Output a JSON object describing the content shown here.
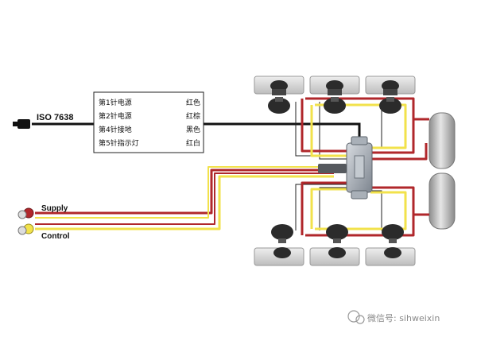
{
  "iso_label": "ISO 7638",
  "supply_label": "Supply",
  "control_label": "Control",
  "pin_table": [
    {
      "pin": "第1针电源",
      "color": "红色"
    },
    {
      "pin": "第2针电源",
      "color": "红棕"
    },
    {
      "pin": "第4针接地",
      "color": "黑色"
    },
    {
      "pin": "第5针指示灯",
      "color": "红白"
    }
  ],
  "watermark": "微信号: sihweixin",
  "colors": {
    "supply_line": "#b0272b",
    "control_line": "#f2e24b",
    "electric_line": "#111111",
    "chamber": "#2b2b2b",
    "wheel": "#d9d9d9",
    "tank": "#b9b9b9"
  }
}
